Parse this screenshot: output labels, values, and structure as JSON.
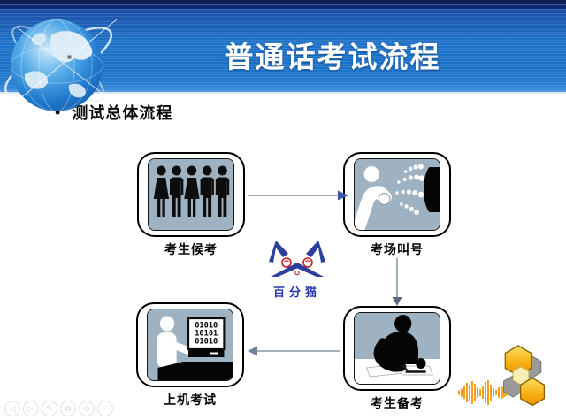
{
  "header": {
    "title": "普通话考试流程"
  },
  "bullet": {
    "marker": "•",
    "text": "测试总体流程"
  },
  "flow": {
    "nodes": [
      {
        "id": "candidates-waiting",
        "label": "考生候考"
      },
      {
        "id": "room-calling",
        "label": "考场叫号"
      },
      {
        "id": "candidate-preparing",
        "label": "考生备考"
      },
      {
        "id": "computer-exam",
        "label": "上机考试"
      }
    ],
    "edges": [
      {
        "from": "考生候考",
        "to": "考场叫号"
      },
      {
        "from": "考场叫号",
        "to": "考生备考"
      },
      {
        "from": "考生备考",
        "to": "上机考试"
      }
    ],
    "computer_screen_binary": [
      "01010",
      "10101",
      "01010"
    ]
  },
  "watermark": {
    "text": "百分猫"
  },
  "player_controls": {
    "items": [
      {
        "name": "previous-slide",
        "glyph": "◁"
      },
      {
        "name": "next-slide",
        "glyph": "▷"
      },
      {
        "name": "pen-tool",
        "glyph": "✎"
      },
      {
        "name": "slides-panel",
        "glyph": "⧉"
      },
      {
        "name": "zoom-tool",
        "glyph": "⊙"
      },
      {
        "name": "more-options",
        "glyph": "⋯"
      }
    ]
  },
  "colors": {
    "header_blue_top": "#15327c",
    "header_blue": "#1f74c9",
    "panel_blue_gray": "#9fb2c2",
    "arrow_gray": "#7d8ea4",
    "arrow_blue_head": "#3a55a8",
    "logo_blue": "#2b3f9d",
    "logo_red": "#c42020",
    "hex_orange": "#f09c00",
    "hex_yellow": "#ffdf66",
    "hex_gray": "#9a9a9a",
    "wave_orange": "#f59d1e"
  }
}
